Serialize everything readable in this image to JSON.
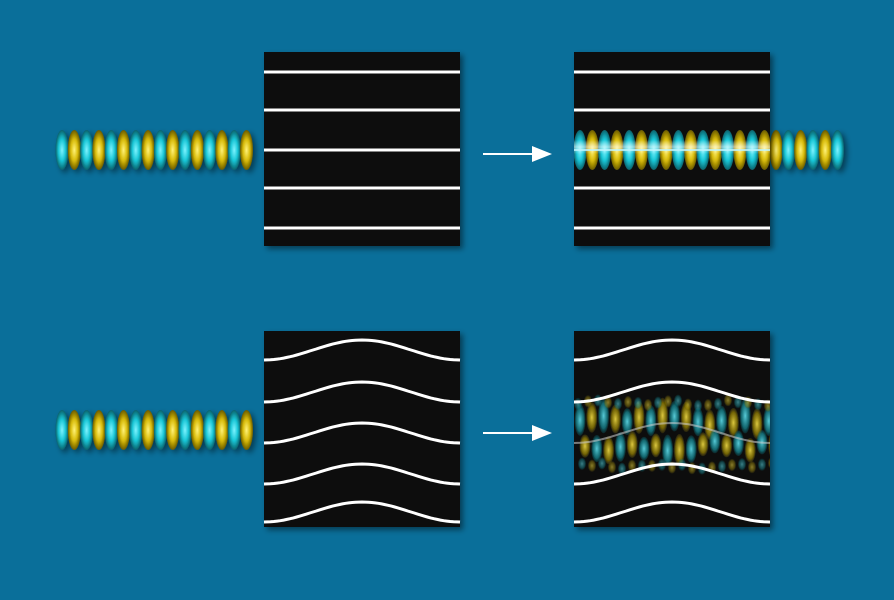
{
  "background_color": "#0a6f9a",
  "panel_color": "#111111",
  "line_color": "#ffffff",
  "wave_colors": [
    "#19c6d6",
    "#d8bb08"
  ],
  "rows": [
    {
      "name": "straight-lines",
      "line_shape": "straight",
      "line_count": 5,
      "input_beam_lobes": 16,
      "output_beam": "coherent",
      "arrow": "right-arrow"
    },
    {
      "name": "wavy-lines",
      "line_shape": "sinusoidal",
      "line_count": 5,
      "input_beam_lobes": 16,
      "output_beam": "scattered",
      "arrow": "right-arrow"
    }
  ]
}
